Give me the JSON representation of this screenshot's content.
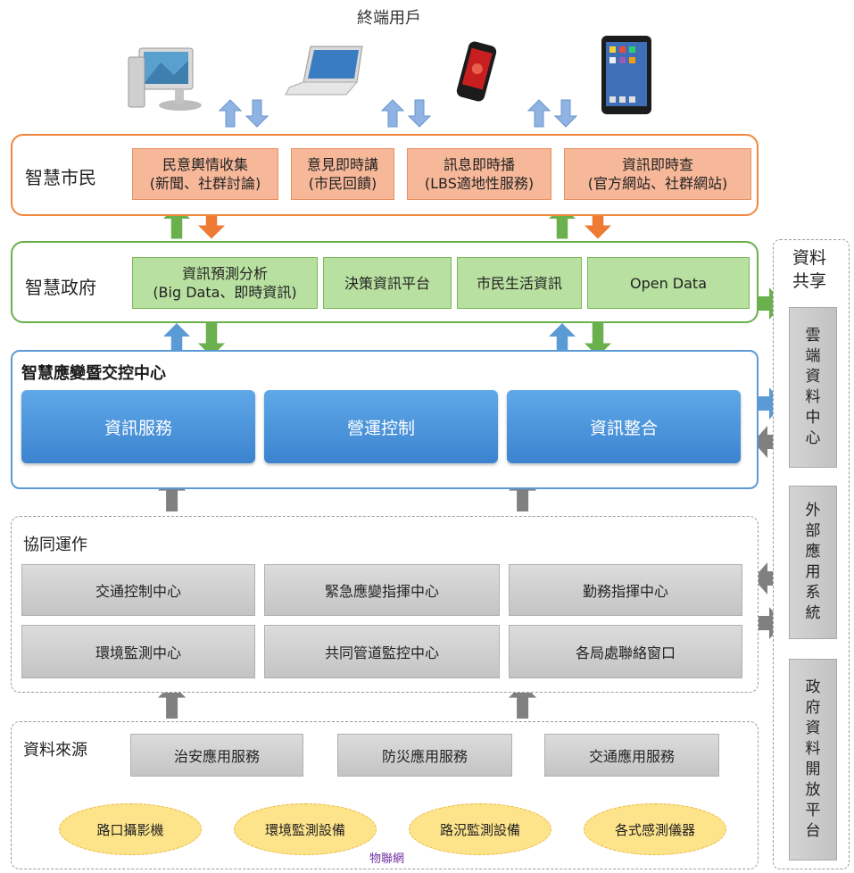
{
  "top_label": "終端用戶",
  "smart_citizen": {
    "title": "智慧市民",
    "boxes": [
      {
        "line1": "民意輿情收集",
        "line2": "(新聞、社群討論)"
      },
      {
        "line1": "意見即時講",
        "line2": "(市民回饋)"
      },
      {
        "line1": "訊息即時播",
        "line2": "(LBS適地性服務)"
      },
      {
        "line1": "資訊即時查",
        "line2": "(官方網站、社群網站)"
      }
    ]
  },
  "smart_gov": {
    "title": "智慧政府",
    "boxes": [
      {
        "line1": "資訊預測分析",
        "line2": "(Big Data、即時資訊)"
      },
      {
        "line1": "決策資訊平台",
        "line2": ""
      },
      {
        "line1": "市民生活資訊",
        "line2": ""
      },
      {
        "line1": "Open Data",
        "line2": ""
      }
    ]
  },
  "control_center": {
    "title": "智慧應變暨交控中心",
    "boxes": [
      "資訊服務",
      "營運控制",
      "資訊整合"
    ]
  },
  "collab": {
    "title": "協同運作",
    "row1": [
      "交通控制中心",
      "緊急應變指揮中心",
      "勤務指揮中心"
    ],
    "row2": [
      "環境監測中心",
      "共同管道監控中心",
      "各局處聯絡窗口"
    ]
  },
  "sources": {
    "title": "資料來源",
    "boxes": [
      "治安應用服務",
      "防災應用服務",
      "交通應用服務"
    ],
    "devices": [
      "路口攝影機",
      "環境監測設備",
      "路況監測設備",
      "各式感測儀器"
    ],
    "iot_label": "物聯網"
  },
  "side": {
    "title_line1": "資料",
    "title_line2": "共享",
    "cloud": "雲端資料中心",
    "external": "外部應用系統",
    "open_platform": "政府資料開放平台"
  },
  "colors": {
    "orange": "#f0883e",
    "green": "#6ab04c",
    "blue": "#5b9bd5",
    "gray": "#808080",
    "yellow": "#fde38a"
  }
}
